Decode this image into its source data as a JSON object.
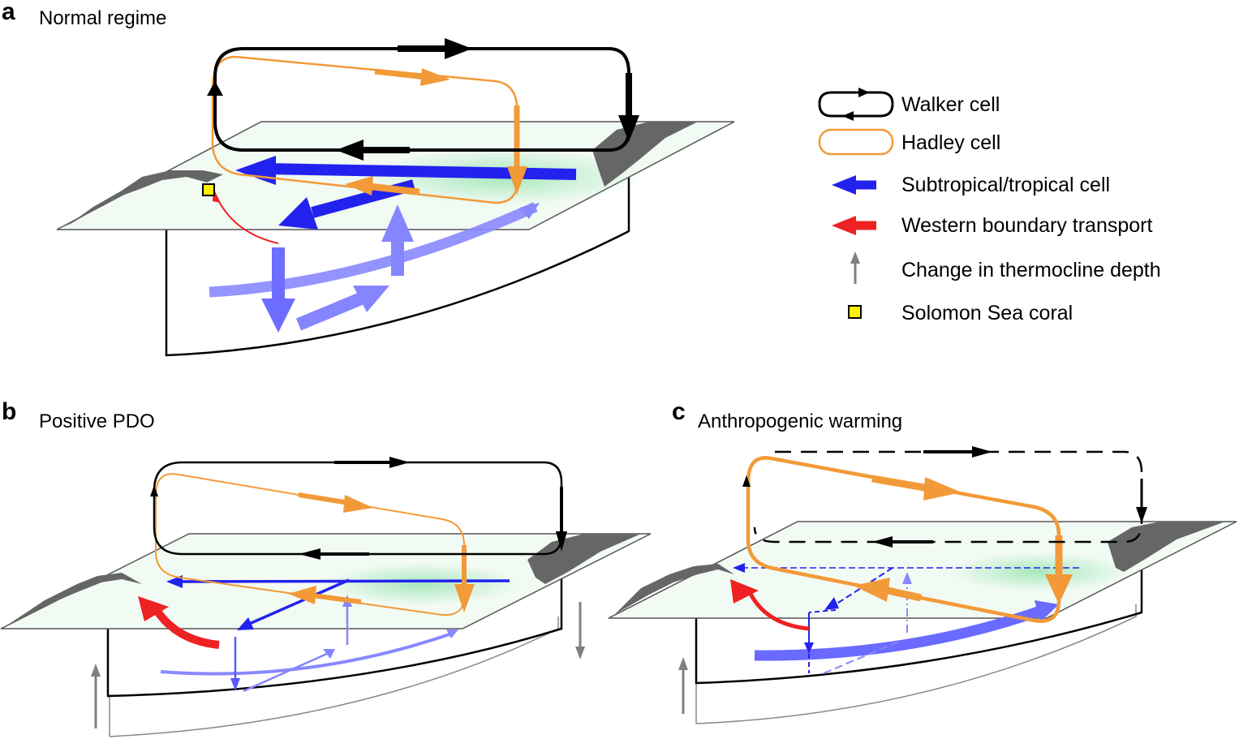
{
  "panels": {
    "a": {
      "letter": "a",
      "title": "Normal regime"
    },
    "b": {
      "letter": "b",
      "title": "Positive PDO"
    },
    "c": {
      "letter": "c",
      "title": "Anthropogenic warming"
    }
  },
  "legend": {
    "walker": "Walker cell",
    "hadley": "Hadley cell",
    "subtropical": "Subtropical/tropical cell",
    "western": "Western boundary transport",
    "thermocline": "Change in thermocline depth",
    "coral": "Solomon Sea coral"
  },
  "colors": {
    "walker": "#000000",
    "hadley": "#f29a38",
    "subtropical": "#2222ee",
    "subtropical_light": "#8888ff",
    "western": "#ee2222",
    "thermocline": "#808080",
    "coral": "#ffee00",
    "land": "#666666",
    "sea": "#f2faf4",
    "warm_pool": "#9fe6b5"
  }
}
